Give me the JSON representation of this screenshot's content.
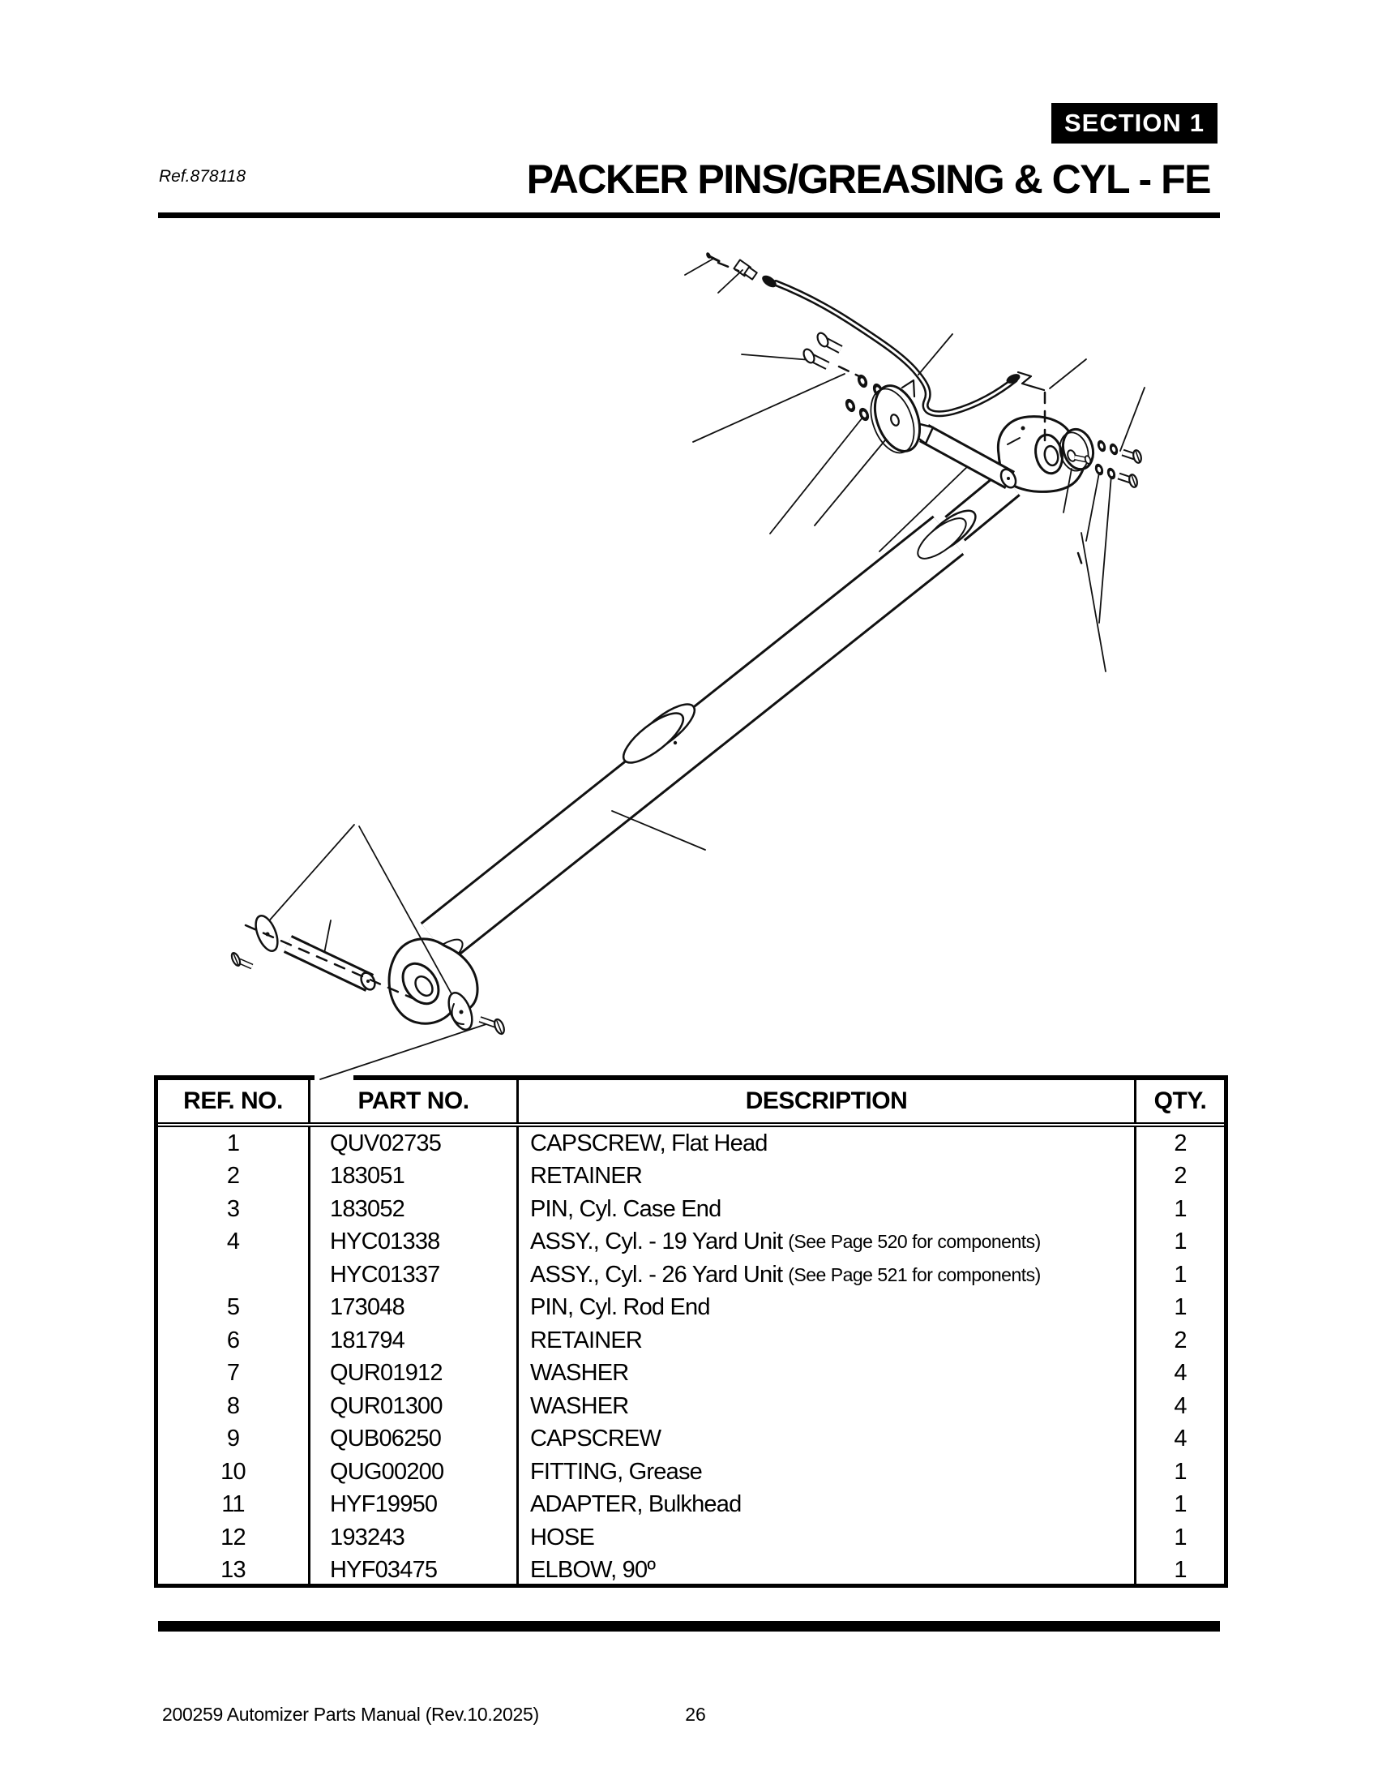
{
  "page": {
    "ref_label": "Ref.878118",
    "section_badge": {
      "label": "SECTION",
      "number": "1"
    },
    "title": "PACKER PINS/GREASING & CYL - FE",
    "footer": {
      "left": "200259 Automizer Parts Manual (Rev.10.2025)",
      "page_number": "26"
    }
  },
  "diagram": {
    "description": "Exploded line drawing of packer hydraulic cylinder: case-end pin with retainers and flat-head capscrews, cylinder assembly, rod-end pin, retainers, washers, capscrews, grease hose with bulkhead adapter and 90-degree elbow"
  },
  "parts_table": {
    "columns": [
      "REF. NO.",
      "PART NO.",
      "DESCRIPTION",
      "QTY."
    ],
    "rows": [
      {
        "ref": "1",
        "part": "QUV02735",
        "desc": "CAPSCREW, Flat Head",
        "note": "",
        "qty": "2"
      },
      {
        "ref": "2",
        "part": "183051",
        "desc": "RETAINER",
        "note": "",
        "qty": "2"
      },
      {
        "ref": "3",
        "part": "183052",
        "desc": "PIN, Cyl. Case End",
        "note": "",
        "qty": "1"
      },
      {
        "ref": "4",
        "part": "HYC01338",
        "desc": "ASSY., Cyl. - 19 Yard Unit",
        "note": "(See Page 520 for components)",
        "qty": "1"
      },
      {
        "ref": "",
        "part": "HYC01337",
        "desc": "ASSY., Cyl. - 26 Yard Unit",
        "note": "(See Page 521 for components)",
        "qty": "1"
      },
      {
        "ref": "5",
        "part": "173048",
        "desc": "PIN, Cyl. Rod End",
        "note": "",
        "qty": "1"
      },
      {
        "ref": "6",
        "part": "181794",
        "desc": "RETAINER",
        "note": "",
        "qty": "2"
      },
      {
        "ref": "7",
        "part": "QUR01912",
        "desc": "WASHER",
        "note": "",
        "qty": "4"
      },
      {
        "ref": "8",
        "part": "QUR01300",
        "desc": "WASHER",
        "note": "",
        "qty": "4"
      },
      {
        "ref": "9",
        "part": "QUB06250",
        "desc": "CAPSCREW",
        "note": "",
        "qty": "4"
      },
      {
        "ref": "10",
        "part": "QUG00200",
        "desc": "FITTING, Grease",
        "note": "",
        "qty": "1"
      },
      {
        "ref": "11",
        "part": "HYF19950",
        "desc": "ADAPTER, Bulkhead",
        "note": "",
        "qty": "1"
      },
      {
        "ref": "12",
        "part": "193243",
        "desc": "HOSE",
        "note": "",
        "qty": "1"
      },
      {
        "ref": "13",
        "part": "HYF03475",
        "desc": "ELBOW, 90º",
        "note": "",
        "qty": "1"
      }
    ]
  }
}
